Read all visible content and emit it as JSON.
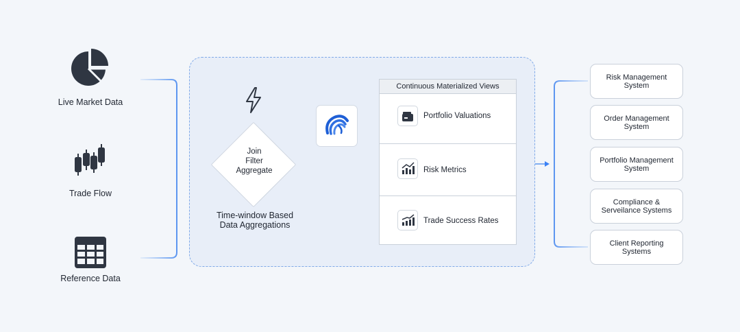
{
  "sources": [
    {
      "label": "Live Market Data",
      "icon": "pie-chart-icon"
    },
    {
      "label": "Trade Flow",
      "icon": "candlestick-icon"
    },
    {
      "label": "Reference Data",
      "icon": "table-icon"
    }
  ],
  "processing": {
    "icon": "lightning-icon",
    "operations": [
      "Join",
      "Filter",
      "Aggregate"
    ],
    "caption_line1": "Time-window Based",
    "caption_line2": "Data Aggregations",
    "logo_icon": "wave-logo-icon"
  },
  "views": {
    "title": "Continuous Materialized Views",
    "items": [
      {
        "label": "Portfolio Valuations",
        "icon": "wallet-icon"
      },
      {
        "label": "Risk Metrics",
        "icon": "bar-chart-icon"
      },
      {
        "label": "Trade Success Rates",
        "icon": "trend-chart-icon"
      }
    ]
  },
  "targets": [
    {
      "line1": "Risk Management",
      "line2": "System"
    },
    {
      "line1": "Order Management",
      "line2": "System"
    },
    {
      "line1": "Portfolio Management",
      "line2": "System"
    },
    {
      "line1": "Compliance &",
      "line2": "Serveilance Systems"
    },
    {
      "line1": "Client Reporting",
      "line2": "Systems"
    }
  ],
  "colors": {
    "accent": "#3b82f6",
    "panel_bg": "#e8eef8",
    "panel_border": "#7fa9e8",
    "icon_dark": "#2f3642"
  }
}
